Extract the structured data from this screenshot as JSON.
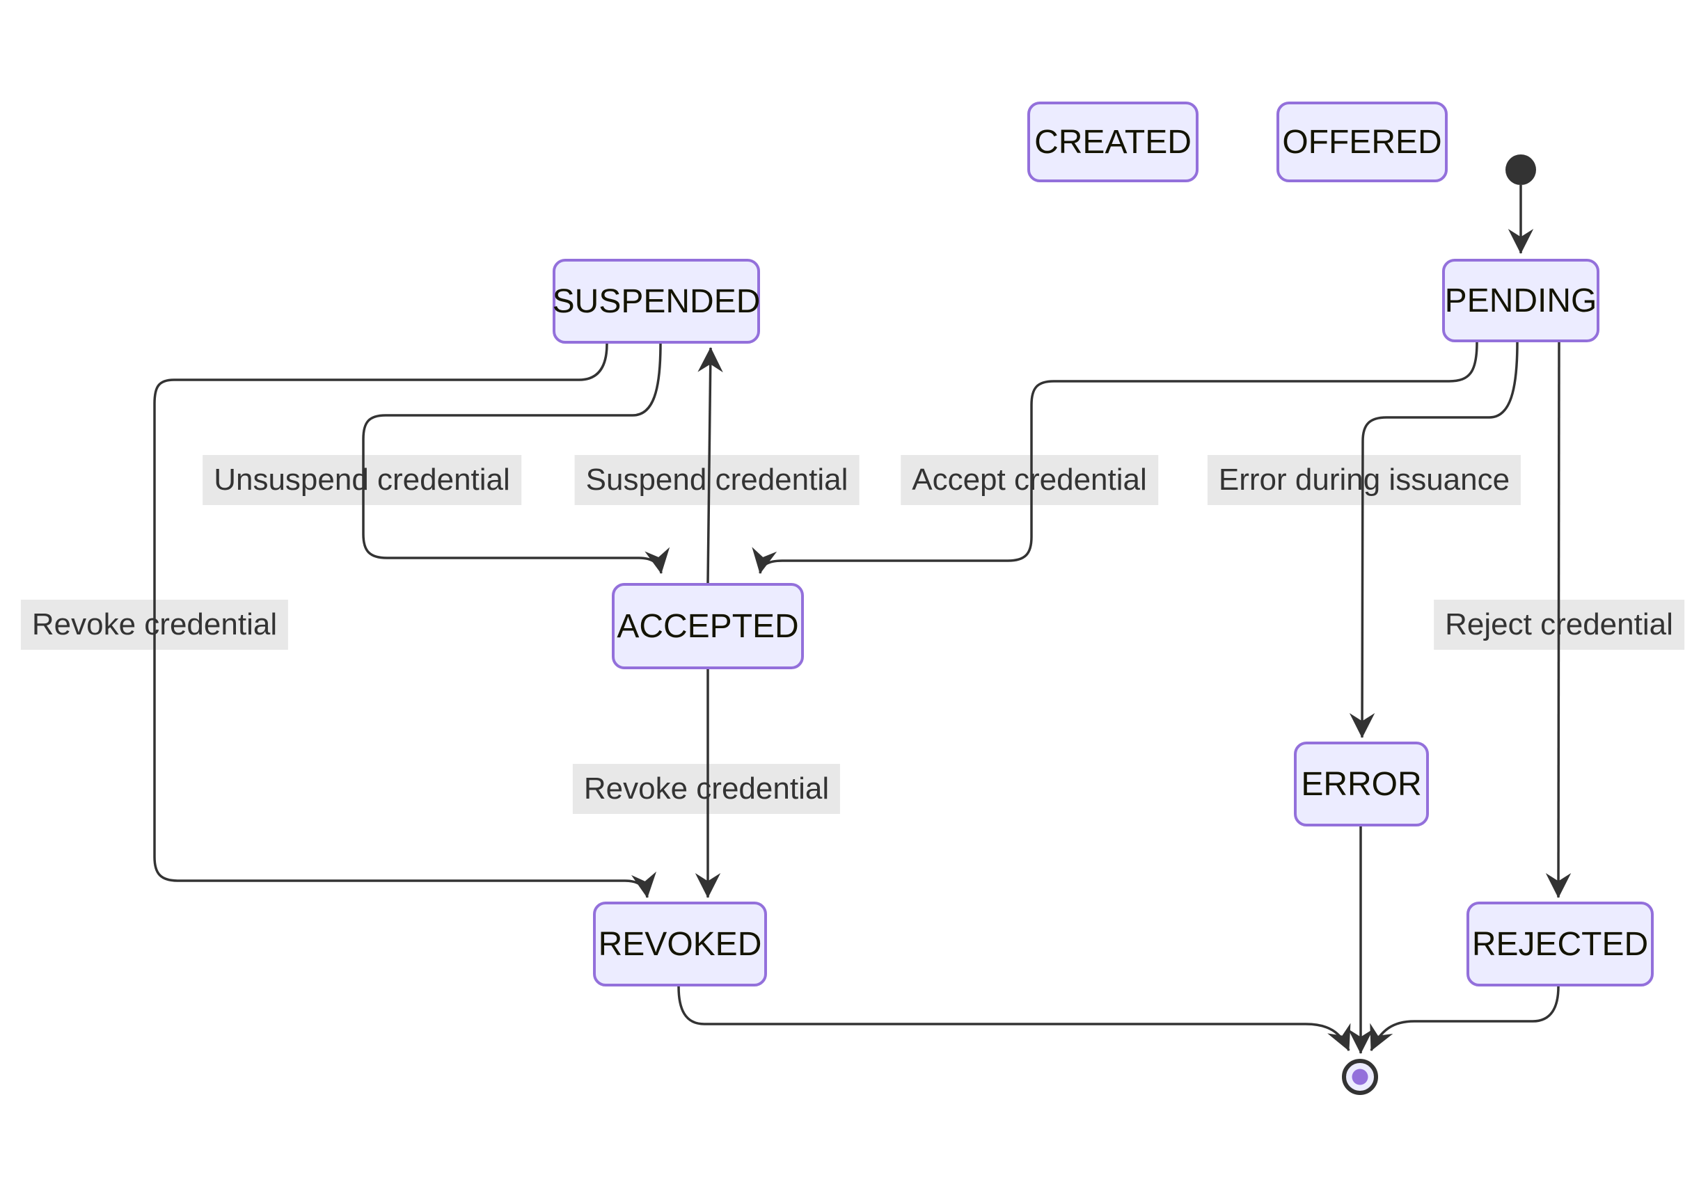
{
  "diagram_type": "state-machine",
  "colors": {
    "background": "#ffffff",
    "node_fill": "#ECECFF",
    "node_border": "#9370DB",
    "node_text": "#131300",
    "edge_stroke": "#333333",
    "edge_label_bg": "#e8e8e8",
    "edge_label_text": "#333333",
    "start_marker_fill": "#333333",
    "end_marker_ring": "#333333",
    "end_marker_fill": "#ECECFF",
    "end_marker_dot": "#9370DB"
  },
  "markers": {
    "start": "filled-circle",
    "end": "circle-with-dot"
  },
  "states": {
    "created": {
      "label": "CREATED"
    },
    "offered": {
      "label": "OFFERED"
    },
    "pending": {
      "label": "PENDING"
    },
    "suspended": {
      "label": "SUSPENDED"
    },
    "accepted": {
      "label": "ACCEPTED"
    },
    "error": {
      "label": "ERROR"
    },
    "revoked": {
      "label": "REVOKED"
    },
    "rejected": {
      "label": "REJECTED"
    }
  },
  "edge_labels": {
    "unsuspend": "Unsuspend credential",
    "suspend": "Suspend credential",
    "accept": "Accept credential",
    "error_issuance": "Error during issuance",
    "revoke_left": "Revoke credential",
    "revoke_mid": "Revoke credential",
    "reject": "Reject credential"
  },
  "transitions": [
    {
      "from": "start",
      "to": "PENDING",
      "label": ""
    },
    {
      "from": "PENDING",
      "to": "ACCEPTED",
      "label": "Accept credential"
    },
    {
      "from": "PENDING",
      "to": "ERROR",
      "label": "Error during issuance"
    },
    {
      "from": "PENDING",
      "to": "REJECTED",
      "label": "Reject credential"
    },
    {
      "from": "ACCEPTED",
      "to": "SUSPENDED",
      "label": "Suspend credential"
    },
    {
      "from": "SUSPENDED",
      "to": "ACCEPTED",
      "label": "Unsuspend credential"
    },
    {
      "from": "SUSPENDED",
      "to": "REVOKED",
      "label": "Revoke credential"
    },
    {
      "from": "ACCEPTED",
      "to": "REVOKED",
      "label": "Revoke credential"
    },
    {
      "from": "REVOKED",
      "to": "end",
      "label": ""
    },
    {
      "from": "ERROR",
      "to": "end",
      "label": ""
    },
    {
      "from": "REJECTED",
      "to": "end",
      "label": ""
    }
  ]
}
